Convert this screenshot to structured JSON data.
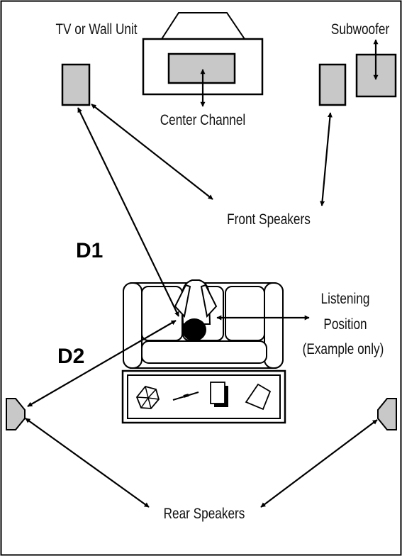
{
  "labels": {
    "tv": "TV or Wall Unit",
    "subwoofer": "Subwoofer",
    "center": "Center Channel",
    "front": "Front Speakers",
    "d1": "D1",
    "d2": "D2",
    "listening_1": "Listening",
    "listening_2": "Position",
    "listening_3": "(Example only)",
    "rear": "Rear Speakers"
  },
  "colors": {
    "speaker_fill": "#c8c8c8",
    "line": "#000000",
    "background": "#ffffff"
  },
  "icons": [
    "speaker-box",
    "tv-cabinet",
    "sofa",
    "person-top-view",
    "coffee-table",
    "fan-icon",
    "pen-icon",
    "book-icon",
    "cd-case-icon"
  ]
}
